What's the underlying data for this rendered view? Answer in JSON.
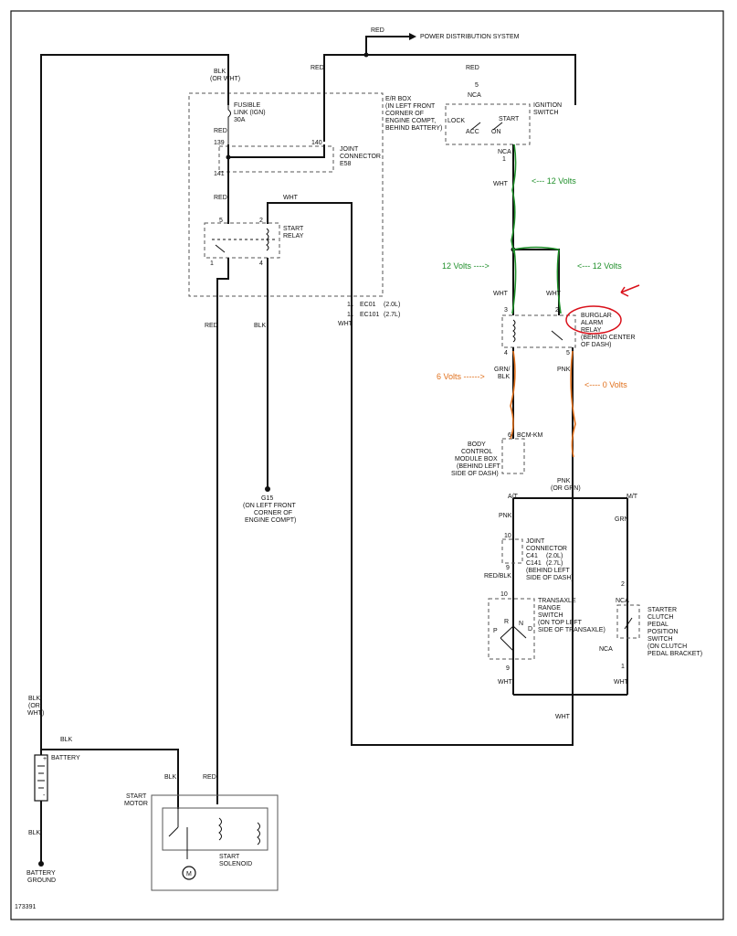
{
  "top": {
    "red": "RED",
    "pds": "POWER DISTRIBUTION SYSTEM"
  },
  "eb": {
    "title": "E/R BOX",
    "l1": "(IN LEFT FRONT",
    "l2": "CORNER OF",
    "l3": "ENGINE COMPT,",
    "l4": "BEHIND BATTERY)"
  },
  "fusible": {
    "l1": "FUSIBLE",
    "l2": "LINK (IGN)",
    "amp": "30A"
  },
  "jc_e58": {
    "l1": "JOINT",
    "l2": "CONNECTOR",
    "l3": "E58",
    "p139": "139",
    "p140": "140",
    "p141": "141"
  },
  "start_relay": {
    "l1": "START",
    "l2": "RELAY",
    "p5": "5",
    "p2": "2",
    "p1": "1",
    "p4": "4"
  },
  "ign": {
    "l1": "IGNITION",
    "l2": "SWITCH",
    "lock": "LOCK",
    "acc": "ACC",
    "on": "ON",
    "start": "START",
    "nca": "NCA",
    "p5": "5",
    "p1": "1"
  },
  "wires": {
    "blk_or_wht": "BLK",
    "or_wht": "(OR WHT)",
    "red": "RED",
    "wht": "WHT",
    "blk": "BLK",
    "pnk": "PNK",
    "grn": "GRN",
    "grn_blk_1": "GRN/",
    "grn_blk_2": "BLK",
    "pnk_or_grn_1": "PNK",
    "pnk_or_grn_2": "(OR GRN)",
    "red_blk": "RED/BLK",
    "blk_or": "BLK",
    "or": "(OR",
    "wht_paren": "WHT)"
  },
  "ec": {
    "p11a": "11",
    "p11b": "11",
    "ec01": "EC01",
    "ec01_note": "(2.0L)",
    "ec101": "EC101",
    "ec101_note": "(2.7L)"
  },
  "burglar": {
    "l1": "BURGLAR",
    "l2": "ALARM",
    "l3": "RELAY",
    "l4": "(BEHIND CENTER",
    "l5": "OF DASH)",
    "p3": "3",
    "p2": "2",
    "p4": "4",
    "p5": "5"
  },
  "bcm": {
    "pin": "6",
    "conn": "BCM-KM",
    "l1": "BODY",
    "l2": "CONTROL",
    "l3": "MODULE BOX",
    "l4": "(BEHIND LEFT",
    "l5": "SIDE OF DASH)"
  },
  "ground": {
    "g15": "G15",
    "l1": "(ON LEFT FRONT",
    "l2": "CORNER OF",
    "l3": "ENGINE COMPT)",
    "bat1": "BATTERY",
    "bat2": "GROUND"
  },
  "branch": {
    "at": "A/T",
    "mt": "M/T"
  },
  "jc_c41": {
    "p10": "10",
    "p9": "9",
    "l1": "JOINT",
    "l2": "CONNECTOR",
    "c41": "C41",
    "c41_note": "(2.0L)",
    "c141": "C141",
    "c141_note": "(2.7L)",
    "l3": "(BEHIND LEFT",
    "l4": "SIDE OF DASH)"
  },
  "trs": {
    "p10": "10",
    "p9": "9",
    "l1": "TRANSAXLE",
    "l2": "RANGE",
    "l3": "SWITCH",
    "l4": "(ON TOP LEFT",
    "l5": "SIDE OF TRANSAXLE)",
    "r": "R",
    "n": "N",
    "p": "P",
    "d": "D"
  },
  "clutch": {
    "p2": "2",
    "p1": "1",
    "nca1": "NCA",
    "nca2": "NCA",
    "l1": "STARTER",
    "l2": "CLUTCH",
    "l3": "PEDAL",
    "l4": "POSITION",
    "l5": "SWITCH",
    "l6": "(ON CLUTCH",
    "l7": "PEDAL BRACKET)"
  },
  "battery": {
    "label": "BATTERY",
    "plus": "+",
    "minus": "-"
  },
  "motor": {
    "l1": "START",
    "l2": "MOTOR",
    "s1": "START",
    "s2": "SOLENOID",
    "m": "M"
  },
  "volts": {
    "v12a": "<--- 12 Volts",
    "v12b": "12 Volts ---->",
    "v12c": "<--- 12 Volts",
    "v6": "6 Volts ------>",
    "v0": "<---- 0 Volts"
  },
  "figure_id": "173391",
  "colors": {
    "green": "#1f8f2a",
    "orange": "#e0701c",
    "red_markup": "#d9101a"
  }
}
